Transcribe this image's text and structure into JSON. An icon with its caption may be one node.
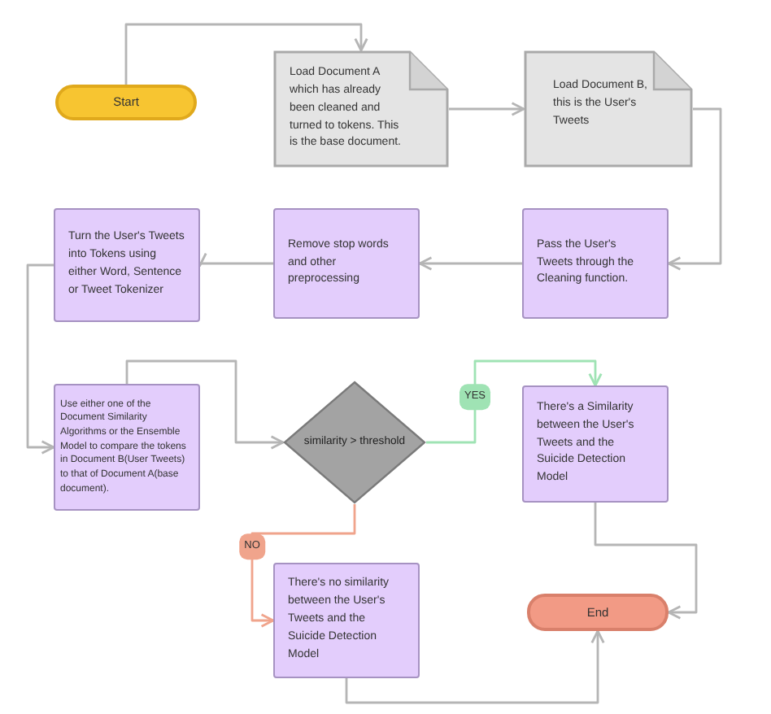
{
  "diagram": {
    "nodes": [
      {
        "text": [
          "Start"
        ]
      },
      {
        "text": [
          "Load Document A which has already been cleaned and turned to tokens. This is the base document."
        ]
      },
      {
        "text": [
          "Load Document B, this is the User's Tweets"
        ]
      },
      {
        "text": [
          "Pass the User's Tweets through the Cleaning function."
        ]
      },
      {
        "text": [
          "Remove stop words and other preprocessing"
        ]
      },
      {
        "text": [
          "Turn the User's Tweets into Tokens using either Word, Sentence or Tweet Tokenizer"
        ]
      },
      {
        "text": [
          "Use either one of the Document Similarity Algorithms or the Ensemble Model to compare the tokens in Document B(User Tweets) to that of Document A(base document)."
        ]
      },
      {
        "text": [
          "similarity > threshold"
        ]
      },
      {
        "text": [
          "There's a Similarity between the User's Tweets and the Suicide Detection Model"
        ]
      },
      {
        "text": [
          "There's no similarity between the User's Tweets and the Suicide Detection Model"
        ]
      },
      {
        "text": [
          "End"
        ]
      }
    ],
    "edges": [
      {
        "from": 0,
        "to": 1,
        "arrow": "to"
      },
      {
        "from": 1,
        "to": 2,
        "arrow": "to"
      },
      {
        "from": 2,
        "to": 3,
        "arrow": "to"
      },
      {
        "from": 3,
        "to": 4,
        "arrow": "to"
      },
      {
        "from": 4,
        "to": 5,
        "arrow": "to"
      },
      {
        "from": 5,
        "to": 6,
        "arrow": "to"
      },
      {
        "from": 6,
        "to": 7,
        "arrow": "to"
      },
      {
        "from": 7,
        "to": 8,
        "arrow": "to",
        "label": "YES",
        "color": "#9fe3b4"
      },
      {
        "from": 7,
        "to": 9,
        "arrow": "to",
        "label": "NO",
        "color": "#f0a48c"
      },
      {
        "from": 8,
        "to": 10,
        "arrow": "to"
      },
      {
        "from": 9,
        "to": 10,
        "arrow": "to"
      }
    ]
  }
}
